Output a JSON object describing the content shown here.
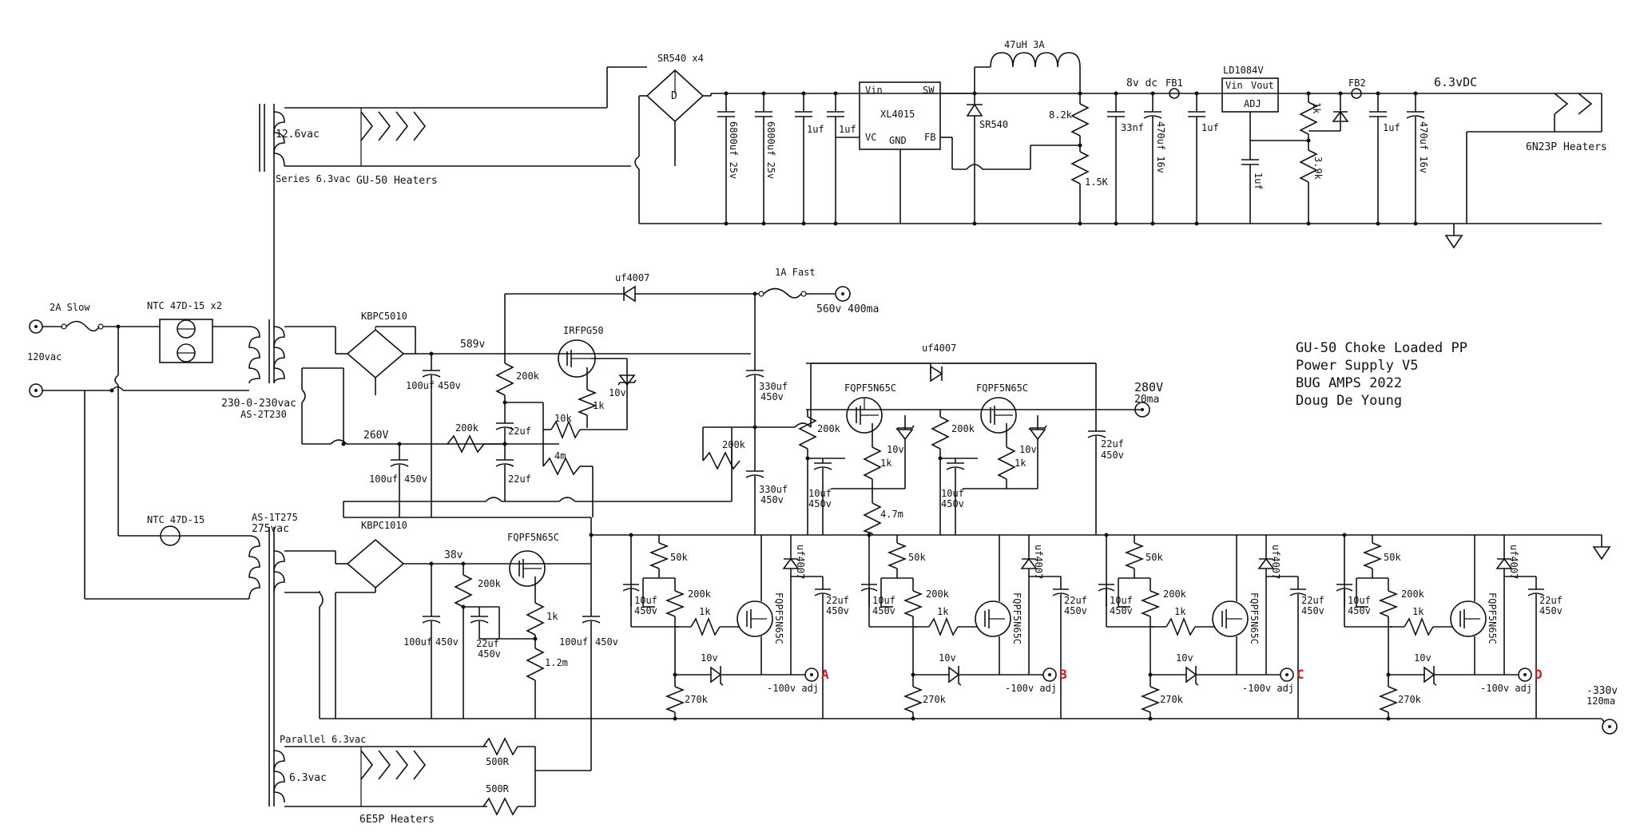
{
  "title": {
    "line1": "GU-50 Choke Loaded PP",
    "line2": "Power Supply V5",
    "line3": "BUG AMPS 2022",
    "line4": "Doug De Young"
  },
  "input": {
    "fuse": "2A Slow",
    "mains": "120vac",
    "ntc_main": "NTC 47D-15 x2",
    "ntc_bias": "NTC 47D-15"
  },
  "heater_section": {
    "secondary": "12.6vac",
    "series_note": "Series 6.3vac",
    "gu50_heaters": "GU-50 Heaters",
    "bridge": "SR540 x4",
    "bridge_symbol": "D",
    "cap1": "6800uf 25v",
    "cap2": "6800uf 25v",
    "cap3": "1uf",
    "cap4": "1uf",
    "regulator": "XL4015",
    "reg_pins": [
      "Vin",
      "SW",
      "VC",
      "GND",
      "FB"
    ],
    "inductor": "47uH 3A",
    "diode": "SR540",
    "r_top": "8.2k",
    "r_bot": "1.5K",
    "cap_comp": "33nf",
    "v8": "8v dc",
    "fb1": "FB1",
    "cap5": "470uf 16v",
    "cap6": "1uf",
    "ldo": "LD1084V",
    "ldo_pins": [
      "Vin",
      "Vout",
      "ADJ"
    ],
    "ldo_cap": "1uf",
    "r_adj1": "1k",
    "r_adj2": "3.9k",
    "fb2": "FB2",
    "cap7": "1uf",
    "cap8": "470uf 16v",
    "v63": "6.3vDC",
    "heaters_6n23p": "6N23P Heaters"
  },
  "hv_section": {
    "bridge": "KBPC5010",
    "transformer": "230-0-230vac",
    "transformer_part": "AS-2T230",
    "v589": "589v",
    "cap_in": "100uf",
    "cap_in_v": "450v",
    "v260": "260V",
    "cap_260": "100uf",
    "cap_260_v": "450v",
    "diode_top": "uf4007",
    "fuse": "1A Fast",
    "out_hv": "560v 400ma",
    "mosfet1": "IRFPG50",
    "r200k_a": "200k",
    "r200k_b": "200k",
    "c22_a": "22uf",
    "c22_b": "22uf",
    "z10v": "10v",
    "r1k": "1k",
    "r10k": "10k",
    "r4m": "4m",
    "c330_a": "330uf",
    "c330_a_v": "450v",
    "c330_b": "330uf",
    "c330_b_v": "450v",
    "r200k_c": "200k",
    "diode_mid": "uf4007",
    "mos_a": "FQPF5N65C",
    "mos_b": "FQPF5N65C",
    "r200k_d": "200k",
    "r200k_e": "200k",
    "z10v_a": "10v",
    "z10v_b": "10v",
    "r1k_a": "1k",
    "r1k_b": "1k",
    "c10_a": "10uf",
    "c10_a_v": "450v",
    "c10_b": "10uf",
    "c10_b_v": "450v",
    "r47m": "4.7m",
    "v280": "280V",
    "i280": "20ma",
    "c22_out": "22uf",
    "c22_out_v": "450v"
  },
  "bias_section": {
    "transformer_part": "AS-1T275",
    "secondary": "275vac",
    "bridge": "KBPC1010",
    "v38": "38v",
    "mosfet": "FQPF5N65C",
    "r200k": "200k",
    "c22": "22uf",
    "c22_v": "450v",
    "r1k": "1k",
    "r12m": "1.2m",
    "c100_a": "100uf",
    "c100_a_v": "450v",
    "c100_b": "100uf",
    "c100_b_v": "450v",
    "out_neg": "-330v",
    "out_neg_i": "120ma"
  },
  "bias_channels": [
    {
      "id": "A",
      "pot": "50k",
      "r200k": "200k",
      "r1k": "1k",
      "mos": "FQPF5N65C",
      "diode": "uf4007",
      "cap": "10uf",
      "cap_v": "450v",
      "cap_out": "22uf",
      "cap_out_v": "450v",
      "zener": "10v",
      "r270k": "270k",
      "adj": "-100v adj"
    },
    {
      "id": "B",
      "pot": "50k",
      "r200k": "200k",
      "r1k": "1k",
      "mos": "FQPF5N65C",
      "diode": "uf4007",
      "cap": "10uf",
      "cap_v": "450v",
      "cap_out": "22uf",
      "cap_out_v": "450v",
      "zener": "10v",
      "r270k": "270k",
      "adj": "-100v adj"
    },
    {
      "id": "C",
      "pot": "50k",
      "r200k": "200k",
      "r1k": "1k",
      "mos": "FQPF5N65C",
      "diode": "uf4007",
      "cap": "10uf",
      "cap_v": "450v",
      "cap_out": "22uf",
      "cap_out_v": "450v",
      "zener": "10v",
      "r270k": "270k",
      "adj": "-100v adj"
    },
    {
      "id": "D",
      "pot": "50k",
      "r200k": "200k",
      "r1k": "1k",
      "mos": "FQPF5N65C",
      "diode": "uf4007",
      "cap": "10uf",
      "cap_v": "450v",
      "cap_out": "22uf",
      "cap_out_v": "450v",
      "zener": "10v",
      "r270k": "270k",
      "adj": "-100v adj"
    }
  ],
  "preamp_heaters": {
    "parallel_note": "Parallel 6.3vac",
    "secondary": "6.3vac",
    "r1": "500R",
    "r2": "500R",
    "label": "6E5P Heaters"
  },
  "colors": {
    "ink": "#111111",
    "channel_label": "#c2201c",
    "background": "#ffffff"
  }
}
